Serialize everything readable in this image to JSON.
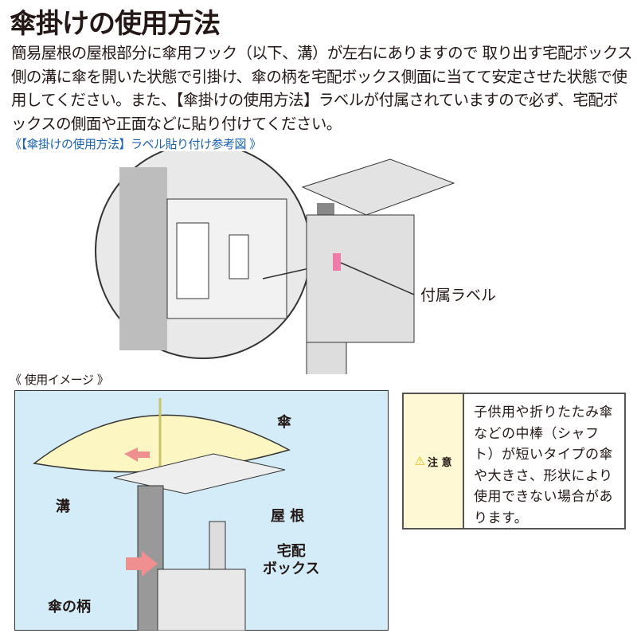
{
  "title": "傘掛けの使用方法",
  "body": "簡易屋根の屋根部分に傘用フック（以下、溝）が左右にありますので 取り出す宅配ボックス側の溝に傘を開いた状態で引掛け、傘の柄を宅配ボックス側面に当てて安定させた状態で使用してください。また、【傘掛けの使用方法】ラベルが付属されていますので必ず、宅配ボックスの側面や正面などに貼り付けてください。",
  "caption_label": "《【傘掛けの使用方法】ラベル貼り付け参考図 》",
  "label_callout": "付属ラベル",
  "caption_usage": "《 使用イメージ 》",
  "usage_labels": {
    "umbrella": "傘",
    "groove": "溝",
    "roof": "屋 根",
    "box": "宅配\nボックス",
    "handle": "傘の柄"
  },
  "note": {
    "icon": "warning-icon",
    "head": "注 意",
    "text": "子供用や折りたたみ傘などの中棒（シャフト）が短いタイプの傘や大きさ、形状により使用できない場合があります。"
  },
  "colors": {
    "caption": "#1a62b0",
    "panel": "#d3ecf7",
    "umbrella": "#fbf6c2",
    "arrow": "#ef8f8f",
    "note_head": "#fff8d4"
  }
}
